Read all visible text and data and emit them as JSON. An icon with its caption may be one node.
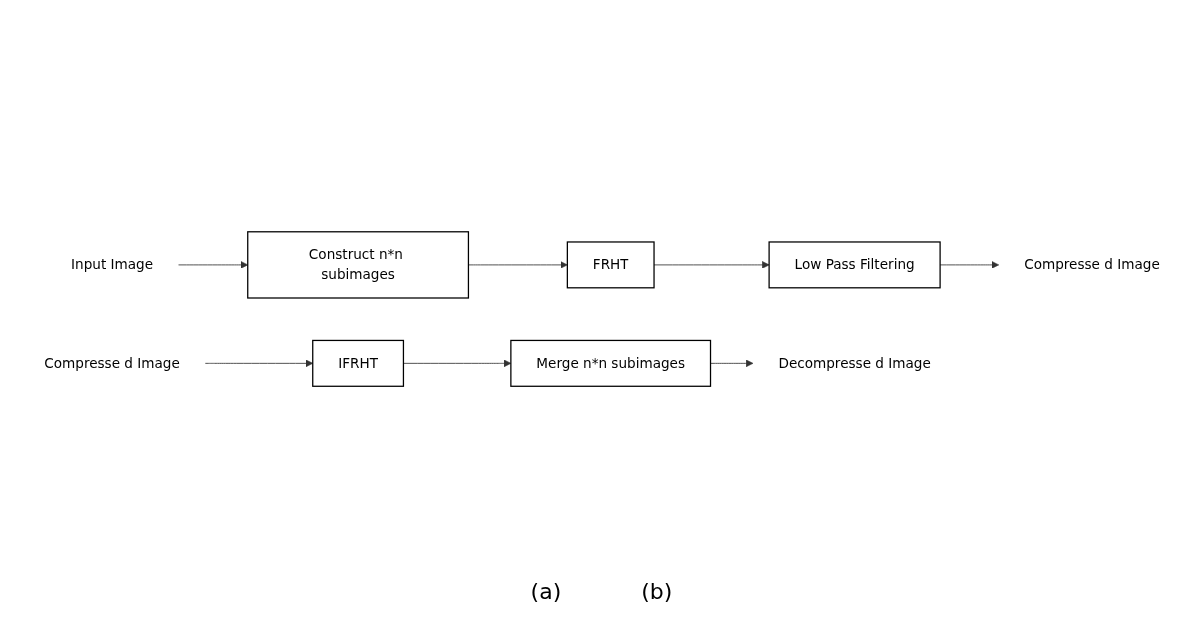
{
  "diagram": {
    "nodes": [
      {
        "text": [
          "Input Image"
        ]
      },
      {
        "text": [
          "Construct n*n subimages"
        ]
      },
      {
        "text": [
          "FRHT"
        ]
      },
      {
        "text": [
          "Low Pass Filtering"
        ]
      },
      {
        "text": [
          "Compresse d Image"
        ]
      },
      {
        "text": [
          "Compresse d Image"
        ]
      },
      {
        "text": [
          "IFRHT"
        ]
      },
      {
        "text": [
          "Merge n*n subimages"
        ]
      },
      {
        "text": [
          "Decompresse d Image"
        ]
      }
    ],
    "edges": [
      {
        "from": 0,
        "to": 1,
        "arrow": "to"
      },
      {
        "from": 1,
        "to": 2,
        "arrow": "to"
      },
      {
        "from": 2,
        "to": 3,
        "arrow": "to"
      },
      {
        "from": 3,
        "to": 4,
        "arrow": "to"
      },
      {
        "from": 5,
        "to": 6,
        "arrow": "to"
      },
      {
        "from": 6,
        "to": 7,
        "arrow": "to"
      },
      {
        "from": 7,
        "to": 8,
        "arrow": "to"
      }
    ],
    "labels": [
      "(a)",
      "(b)"
    ]
  }
}
